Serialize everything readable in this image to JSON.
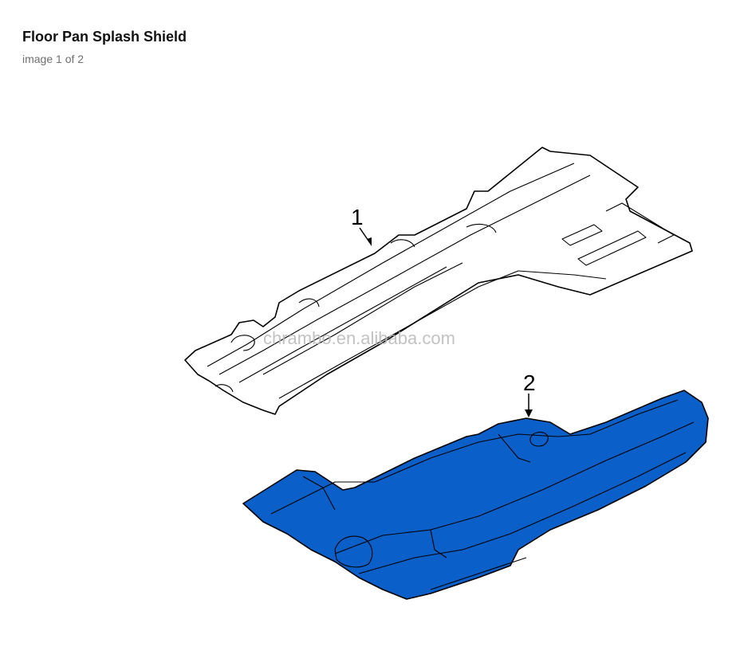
{
  "header": {
    "title": "Floor Pan Splash Shield",
    "subtitle": "image 1 of 2"
  },
  "diagram": {
    "callouts": [
      {
        "label": "1"
      },
      {
        "label": "2"
      }
    ],
    "watermark": "chrambo.en.alibaba.com",
    "colors": {
      "part_1_fill": "#ffffff",
      "part_2_fill": "#0a5fc8",
      "outline": "#000000"
    }
  }
}
